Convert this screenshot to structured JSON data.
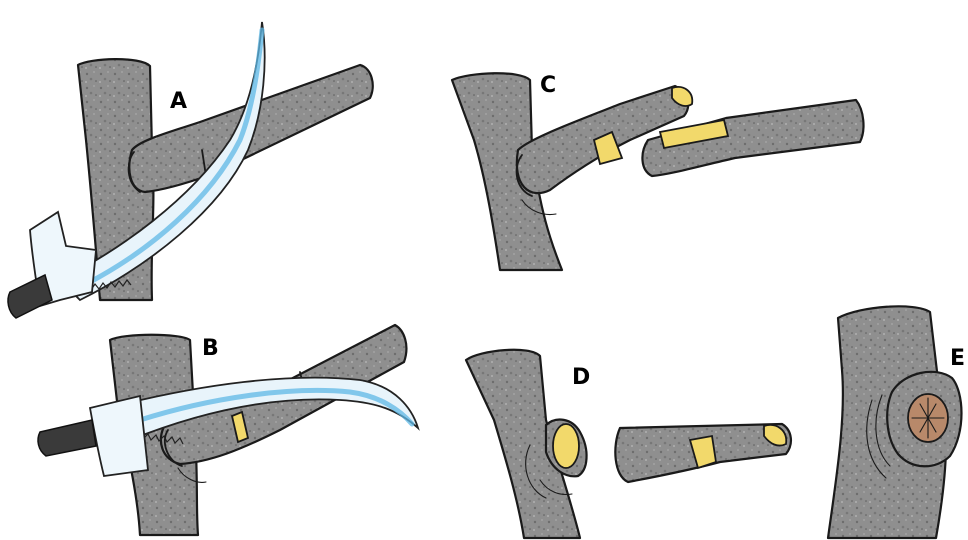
{
  "labels": {
    "a": "A",
    "b": "B",
    "c": "C",
    "d": "D",
    "e": "E"
  },
  "colors": {
    "bark": "#8f8f8f",
    "cut_wood": "#f2d96b",
    "blade_highlight": "#5fb8e6",
    "wound": "#b8896a"
  }
}
